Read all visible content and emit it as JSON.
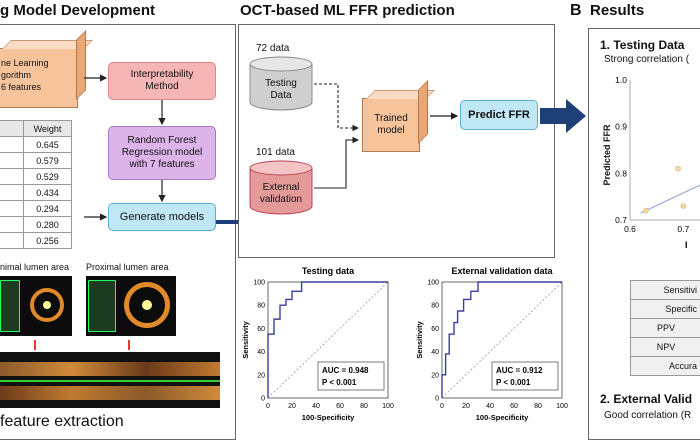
{
  "left": {
    "title": "g Model Development",
    "ml_box": [
      "ne Learning",
      "gorithm",
      "6 features"
    ],
    "interp_box": [
      "Interpretability",
      "Method"
    ],
    "rf_box": [
      "Random Forest",
      "Regression model",
      "with 7 features"
    ],
    "gen_box": "Generate models",
    "weight_header": "Weight",
    "weights": [
      "0.645",
      "0.579",
      "0.529",
      "0.434",
      "0.294",
      "0.280",
      "0.256"
    ],
    "img_label_1": "nimal lumen area",
    "img_label_2": "Proximal lumen area",
    "footer": "feature extraction"
  },
  "middle": {
    "title": "OCT-based ML FFR prediction",
    "testing_count": "72 data",
    "testing_label": [
      "Testing",
      "Data"
    ],
    "external_count": "101 data",
    "external_label": [
      "External",
      "validation"
    ],
    "trained_label": [
      "Trained",
      "model"
    ],
    "predict_label": "Predict FFR"
  },
  "roc": {
    "testing": {
      "title": "Testing data",
      "auc": "AUC = 0.948",
      "p": "P < 0.001"
    },
    "external": {
      "title": "External validation data",
      "auc": "AUC = 0.912",
      "p": "P < 0.001"
    },
    "ylabel": "Sensitivity",
    "xlabel": "100-Specificity",
    "ticks": [
      "0",
      "20",
      "40",
      "60",
      "80",
      "100"
    ]
  },
  "right": {
    "letter": "B",
    "title": "Results",
    "sub1": "1. Testing Data",
    "corr1": "Strong correlation (",
    "ylabel": "Predicted FFR",
    "yticks": [
      "1.0",
      "0.9",
      "0.8",
      "0.7"
    ],
    "xticks": [
      "0.6",
      "0.7"
    ],
    "xlabel_partial": "I",
    "metrics": [
      "Sensitivi",
      "Specific",
      "PPV",
      "NPV",
      "Accura"
    ],
    "sub2": "2. External Valid",
    "corr2": "Good correlation (R"
  },
  "chart_data": [
    {
      "type": "line",
      "title": "Testing data",
      "xlabel": "100-Specificity",
      "ylabel": "Sensitivity",
      "xlim": [
        0,
        100
      ],
      "ylim": [
        0,
        100
      ],
      "x": [
        0,
        0,
        5,
        5,
        10,
        10,
        15,
        15,
        20,
        20,
        28,
        28,
        100
      ],
      "y": [
        0,
        55,
        55,
        68,
        68,
        80,
        80,
        85,
        85,
        92,
        92,
        100,
        100
      ],
      "annotations": [
        "AUC = 0.948",
        "P < 0.001"
      ]
    },
    {
      "type": "line",
      "title": "External validation data",
      "xlabel": "100-Specificity",
      "ylabel": "Sensitivity",
      "xlim": [
        0,
        100
      ],
      "ylim": [
        0,
        100
      ],
      "x": [
        0,
        0,
        3,
        3,
        6,
        6,
        10,
        10,
        13,
        13,
        18,
        18,
        24,
        24,
        30,
        30,
        100
      ],
      "y": [
        0,
        20,
        20,
        38,
        38,
        55,
        55,
        65,
        65,
        75,
        75,
        85,
        85,
        92,
        92,
        100,
        100
      ],
      "annotations": [
        "AUC = 0.912",
        "P < 0.001"
      ]
    },
    {
      "type": "scatter",
      "ylabel": "Predicted FFR",
      "xlim": [
        0.6,
        0.75
      ],
      "ylim": [
        0.7,
        1.0
      ],
      "x": [
        0.63,
        0.69,
        0.7
      ],
      "y": [
        0.72,
        0.81,
        0.73
      ]
    }
  ]
}
